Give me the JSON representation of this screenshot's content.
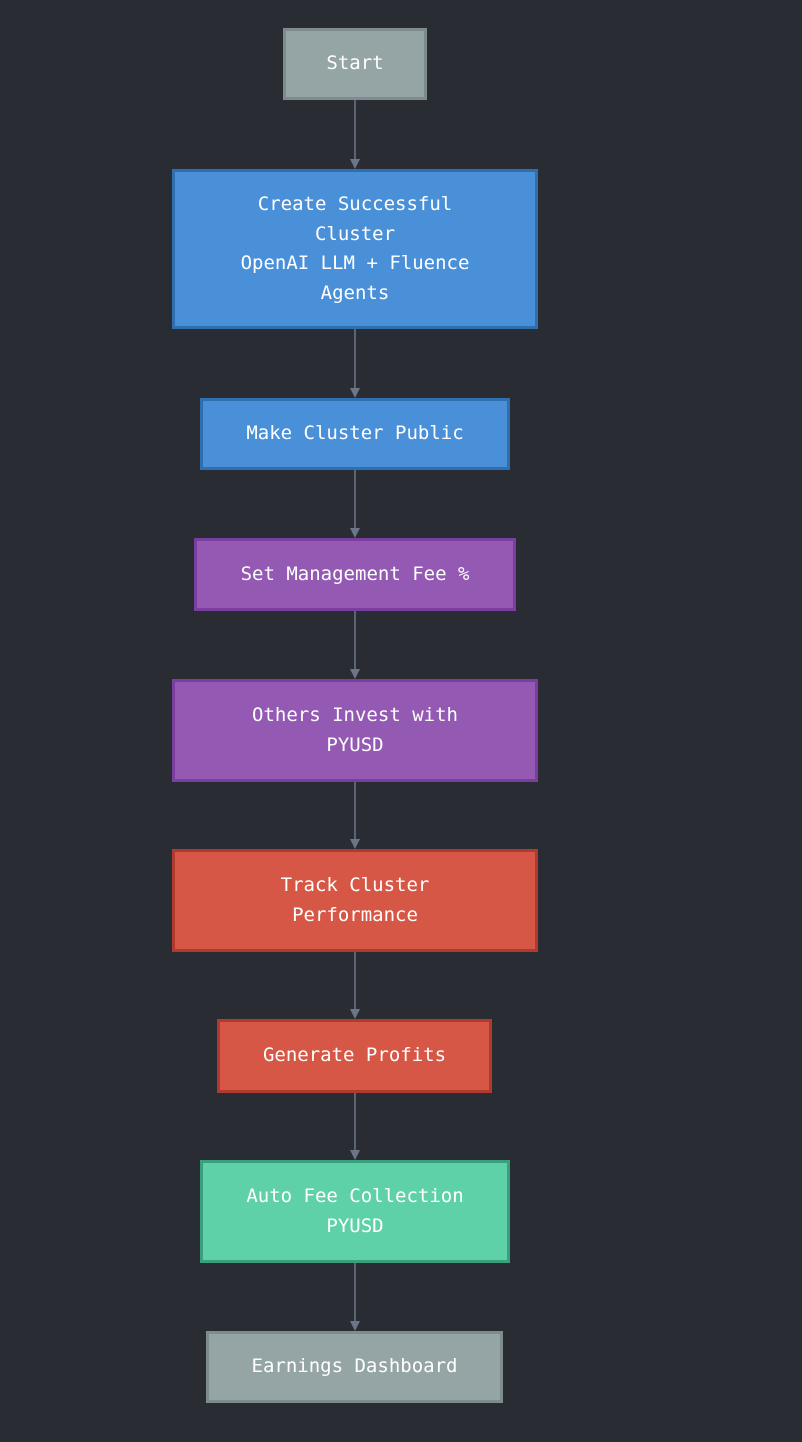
{
  "diagram": {
    "nodes": [
      {
        "id": "start",
        "lines": [
          "Start"
        ],
        "fill": "#95a5a6",
        "border": "#7f8c8d"
      },
      {
        "id": "create-cluster",
        "lines": [
          "Create Successful",
          "Cluster",
          "OpenAI LLM + Fluence",
          "Agents"
        ],
        "fill": "#4a90d9",
        "border": "#2f6fae"
      },
      {
        "id": "make-public",
        "lines": [
          "Make Cluster Public"
        ],
        "fill": "#4a90d9",
        "border": "#2f6fae"
      },
      {
        "id": "set-fee",
        "lines": [
          "Set Management Fee %"
        ],
        "fill": "#9359b3",
        "border": "#7a3ea0"
      },
      {
        "id": "others-invest",
        "lines": [
          "Others Invest with",
          "PYUSD"
        ],
        "fill": "#9359b3",
        "border": "#7a3ea0"
      },
      {
        "id": "track-performance",
        "lines": [
          "Track Cluster",
          "Performance"
        ],
        "fill": "#d65745",
        "border": "#b03a2e"
      },
      {
        "id": "generate-profits",
        "lines": [
          "Generate Profits"
        ],
        "fill": "#d65745",
        "border": "#b03a2e"
      },
      {
        "id": "auto-fee",
        "lines": [
          "Auto Fee Collection",
          "PYUSD"
        ],
        "fill": "#5fd1a8",
        "border": "#3a9f7c"
      },
      {
        "id": "earnings-dashboard",
        "lines": [
          "Earnings Dashboard"
        ],
        "fill": "#95a5a6",
        "border": "#7f8c8d"
      }
    ],
    "edges": [
      [
        "start",
        "create-cluster"
      ],
      [
        "create-cluster",
        "make-public"
      ],
      [
        "make-public",
        "set-fee"
      ],
      [
        "set-fee",
        "others-invest"
      ],
      [
        "others-invest",
        "track-performance"
      ],
      [
        "track-performance",
        "generate-profits"
      ],
      [
        "generate-profits",
        "auto-fee"
      ],
      [
        "auto-fee",
        "earnings-dashboard"
      ]
    ]
  }
}
